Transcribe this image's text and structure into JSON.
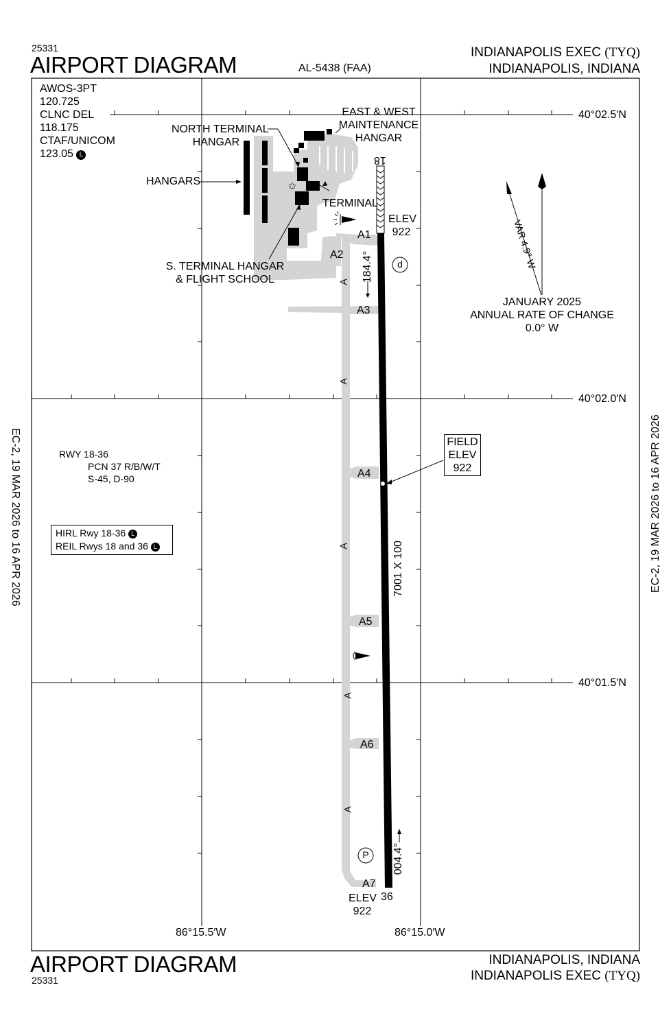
{
  "header": {
    "procedure_number": "25331",
    "title": "AIRPORT DIAGRAM",
    "chart_id": "AL-5438 (FAA)",
    "airport_name": "INDIANAPOLIS EXEC",
    "airport_id": "(TYQ)",
    "location": "INDIANAPOLIS, INDIANA"
  },
  "footer": {
    "title": "AIRPORT DIAGRAM",
    "procedure_number": "25331",
    "location": "INDIANAPOLIS, INDIANA",
    "airport_name": "INDIANAPOLIS EXEC",
    "airport_id": "(TYQ)"
  },
  "side_margin": {
    "left": "EC-2,  19 MAR 2026  to  16 APR 2026",
    "right": "EC-2,  19 MAR 2026  to  16 APR 2026"
  },
  "comms": [
    {
      "label": "AWOS-3PT",
      "freq": "120.725"
    },
    {
      "label": "CLNC DEL",
      "freq": "118.175"
    },
    {
      "label": "CTAF/UNICOM",
      "freq": "123.05",
      "badge": "L"
    }
  ],
  "grid": {
    "latitudes": [
      "40°02.5′N",
      "40°02.0′N",
      "40°01.5′N"
    ],
    "longitudes": [
      "86°15.5′W",
      "86°15.0′W"
    ]
  },
  "magnetic": {
    "variation": "VAR 4.9° W",
    "epoch": "JANUARY 2025",
    "rate_label": "ANNUAL RATE OF CHANGE",
    "rate_value": "0.0° W"
  },
  "runway": {
    "designation_north": "18",
    "designation_south": "36",
    "dimensions": "7001 X 100",
    "heading_north": "184.4°",
    "heading_south": "004.4°",
    "elev_label": "ELEV",
    "elev_north": "922",
    "elev_south": "922"
  },
  "field_elevation": {
    "line1": "FIELD",
    "line2": "ELEV",
    "value": "922"
  },
  "runway_info": {
    "rwy": "RWY 18-36",
    "pcn": "PCN 37 R/B/W/T",
    "strength": "S-45, D-90"
  },
  "lighting": {
    "line1": "HIRL Rwy 18-36",
    "line2": "REIL Rwys 18 and 36",
    "badge": "L"
  },
  "taxiways": {
    "A1": "A1",
    "A2": "A2",
    "A3": "A3",
    "A4": "A4",
    "A5": "A5",
    "A6": "A6",
    "A7": "A7",
    "A": "A"
  },
  "labels": {
    "north_terminal_hangar_1": "NORTH TERMINAL",
    "north_terminal_hangar_2": "HANGAR",
    "east_west_maint_1": "EAST & WEST",
    "east_west_maint_2": "MAINTENANCE",
    "east_west_maint_3": "HANGAR",
    "hangars": "HANGARS",
    "terminal": "TERMINAL",
    "s_terminal_1": "S. TERMINAL HANGAR",
    "s_terminal_2": "& FLIGHT SCHOOL"
  },
  "symbols": {
    "parking": "P",
    "tower_d": "d"
  },
  "colors": {
    "ink": "#000000",
    "pavement": "#d4d4d4",
    "paper": "#ffffff"
  }
}
